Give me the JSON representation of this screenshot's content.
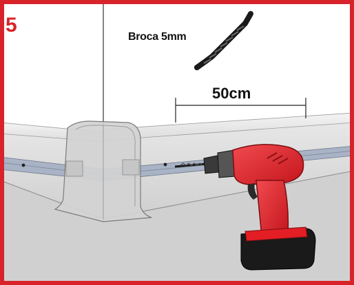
{
  "step": {
    "number": "5"
  },
  "labels": {
    "drill_bit": "Broca 5mm",
    "spacing": "50cm"
  },
  "colors": {
    "frame_border": "#d8232a",
    "wall": "#ffffff",
    "floor": "#d0d0d0",
    "skirting": "#e6e6e6",
    "drill_body": "#e31e24",
    "drill_battery": "#1a1a1a"
  }
}
